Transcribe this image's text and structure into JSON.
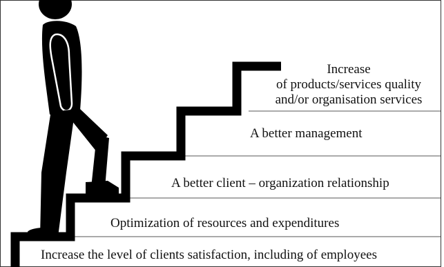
{
  "steps": [
    {
      "label": "Increase the level of clients satisfaction, including of employees"
    },
    {
      "label": "Optimization of resources and expenditures"
    },
    {
      "label": "A better client – organization relationship"
    },
    {
      "label": "A better management"
    },
    {
      "lines": [
        "Increase",
        "of products/services quality",
        "and/or organisation services"
      ]
    }
  ],
  "colors": {
    "stair": "#000000",
    "divider": "#555555",
    "frame": "#333333",
    "text": "#111111"
  },
  "icons": {
    "figure": "walking-person-icon"
  }
}
